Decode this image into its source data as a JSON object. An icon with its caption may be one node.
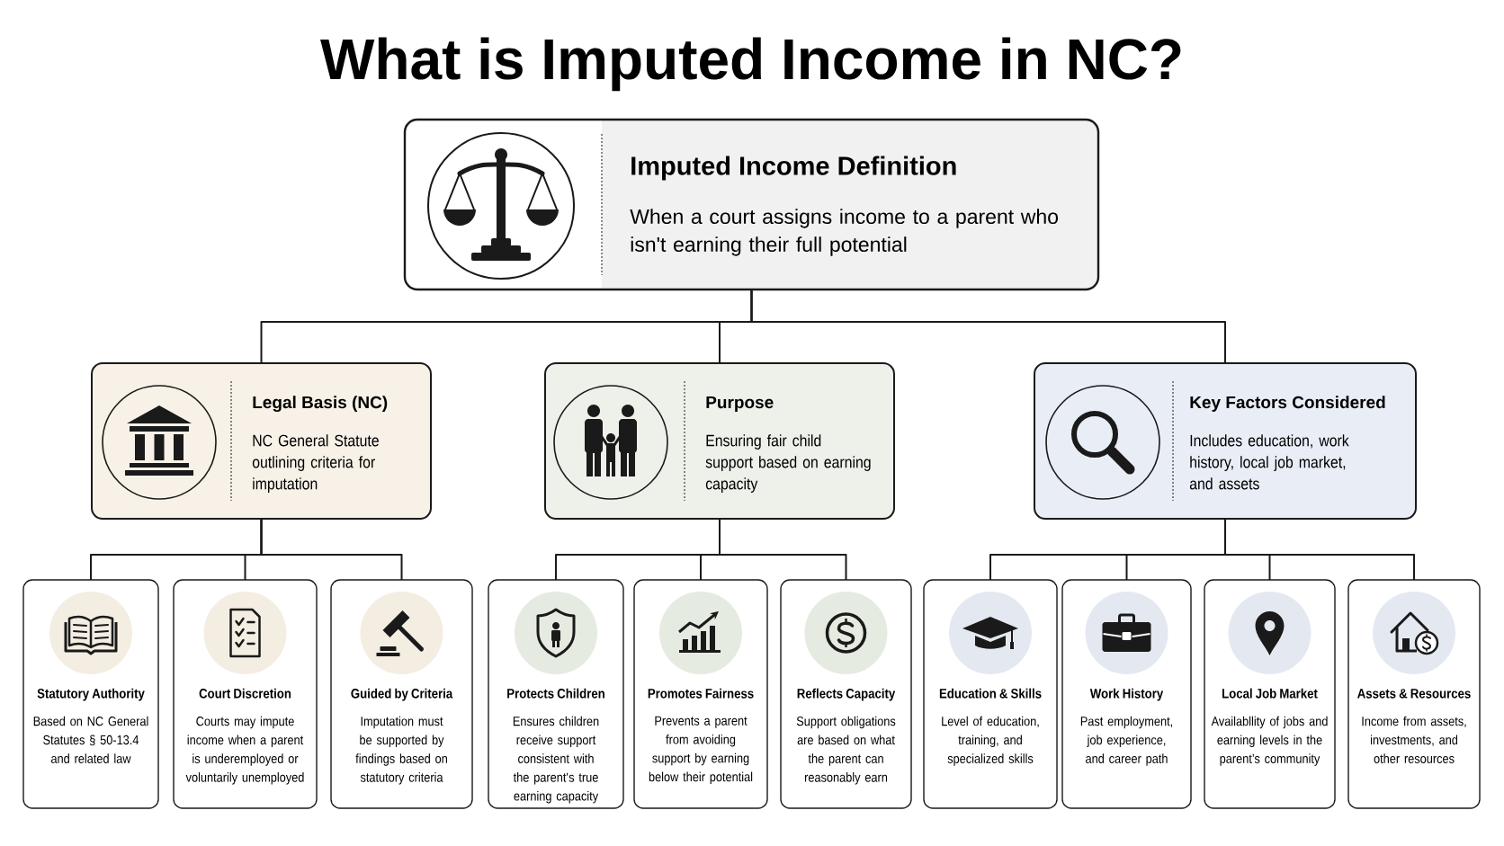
{
  "diagram": {
    "title": "What is Imputed Income in NC?",
    "nodes": [
      {
        "text": [
          "Imputed Income Definition",
          "When a court assigns income to a parent who isn't earning their full potential"
        ]
      },
      {
        "text": [
          "Legal Basis (NC)",
          "NC General Statute outlining criteria for imputation"
        ]
      },
      {
        "text": [
          "Purpose",
          "Ensuring fair child support based on earning capacity"
        ]
      },
      {
        "text": [
          "Key Factors Considered",
          "Includes education, work history, local job market, and assets"
        ]
      },
      {
        "text": [
          "Statutory Authority",
          "Based on NC General Statutes § 50-13.4 and related law"
        ]
      },
      {
        "text": [
          "Court Discretion",
          "Courts may impute income when a parent is underemployed or voluntarily unemployed"
        ]
      },
      {
        "text": [
          "Guided by Criteria",
          "Imputation must be supported by findings based on statutory criteria"
        ]
      },
      {
        "text": [
          "Protects Children",
          "Ensures children receive support consistent with the parent's true earning capacity"
        ]
      },
      {
        "text": [
          "Promotes Fairness",
          "Prevents a parent from avoiding support by earning below their potential"
        ]
      },
      {
        "text": [
          "Reflects Capacity",
          "Support obligations are based on what the parent can reasonably earn"
        ]
      },
      {
        "text": [
          "Education & Skills",
          "Level of education, training, and specialized skills"
        ]
      },
      {
        "text": [
          "Work History",
          "Past employment, job experience, and career path"
        ]
      },
      {
        "text": [
          "Local Job Market",
          "Availabllity of jobs and earning levels in the parent’s community"
        ]
      },
      {
        "text": [
          "Assets & Resources",
          "Income from assets, investments, and other resources"
        ]
      }
    ],
    "edges": [
      {
        "from": 0,
        "to": 1,
        "arrow": "none"
      },
      {
        "from": 0,
        "to": 2,
        "arrow": "none"
      },
      {
        "from": 0,
        "to": 3,
        "arrow": "none"
      },
      {
        "from": 1,
        "to": 4,
        "arrow": "none"
      },
      {
        "from": 1,
        "to": 5,
        "arrow": "none"
      },
      {
        "from": 1,
        "to": 6,
        "arrow": "none"
      },
      {
        "from": 2,
        "to": 7,
        "arrow": "none"
      },
      {
        "from": 2,
        "to": 8,
        "arrow": "none"
      },
      {
        "from": 2,
        "to": 9,
        "arrow": "none"
      },
      {
        "from": 3,
        "to": 10,
        "arrow": "none"
      },
      {
        "from": 3,
        "to": 11,
        "arrow": "none"
      },
      {
        "from": 3,
        "to": 12,
        "arrow": "none"
      },
      {
        "from": 3,
        "to": 13,
        "arrow": "none"
      }
    ]
  }
}
